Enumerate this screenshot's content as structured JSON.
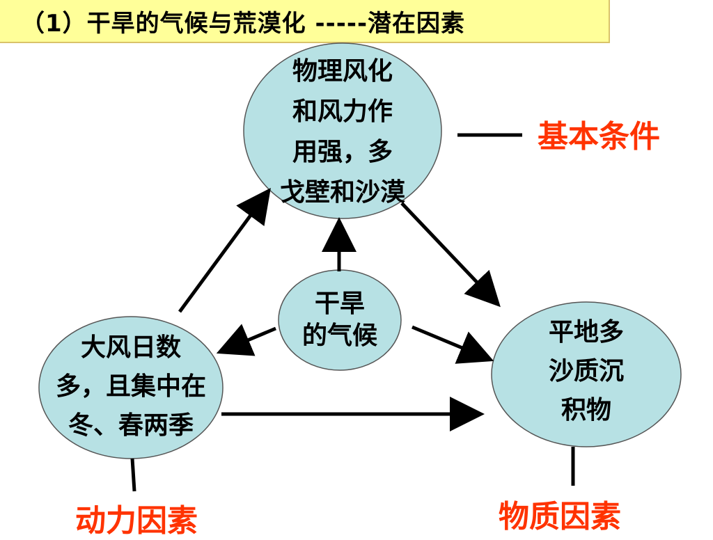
{
  "title": "（1）干旱的气候与荒漠化 -----潜在因素",
  "nodes": {
    "top": "物理风化\n和风力作\n用强，多\n戈壁和沙漠",
    "center": "干旱\n的气候",
    "left": "大风日数\n多，且集中在\n冬、春两季",
    "right": "平地多\n沙质沉\n积物"
  },
  "labels": {
    "basic": "基本条件",
    "dynamic": "动力因素",
    "material": "物质因素"
  },
  "colors": {
    "node_fill": "#b7e1e4",
    "label": "#ff3300",
    "title_bg": "#ffff99"
  }
}
